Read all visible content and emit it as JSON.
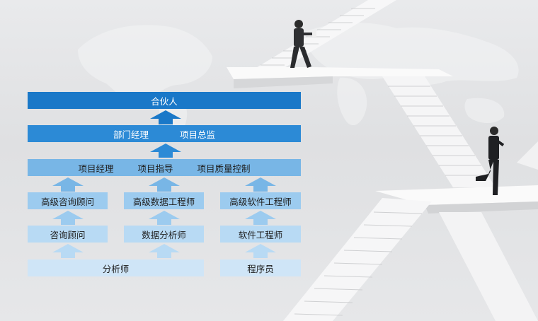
{
  "diagram": {
    "levels": [
      {
        "items": [
          "合伙人"
        ]
      },
      {
        "items": [
          "部门经理",
          "项目总监"
        ]
      },
      {
        "items": [
          "项目经理",
          "项目指导",
          "项目质量控制"
        ]
      },
      {
        "items": [
          "高级咨询顾问",
          "高级数据工程师",
          "高级软件工程师"
        ]
      },
      {
        "items": [
          "咨询顾问",
          "数据分析师",
          "软件工程师"
        ]
      },
      {
        "items": [
          "分析师",
          "程序员"
        ]
      }
    ]
  },
  "colors": {
    "level1": "#1a78c8",
    "level2": "#2c8ad6",
    "level3": "#78b6e6",
    "level4": "#9ccbef",
    "level5": "#b8daf4",
    "level6": "#cfe5f7",
    "background": "#e4e5e7"
  }
}
